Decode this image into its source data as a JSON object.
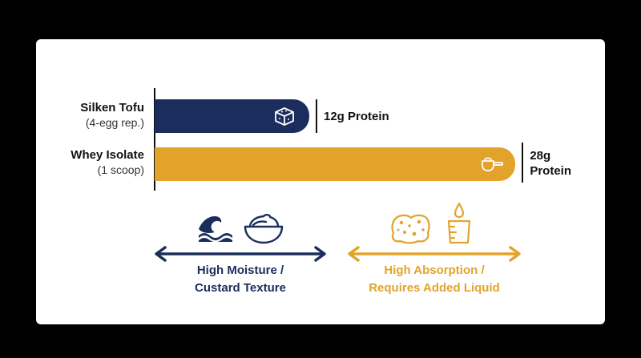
{
  "colors": {
    "navy": "#1b2d5c",
    "gold": "#e3a32b",
    "background": "#000000",
    "card": "#ffffff",
    "text": "#111111"
  },
  "chart_data": {
    "type": "bar",
    "orientation": "horizontal",
    "categories": [
      {
        "name": "Silken Tofu",
        "sub": "(4-egg rep.)"
      },
      {
        "name": "Whey Isolate",
        "sub": "(1 scoop)"
      }
    ],
    "values": [
      12,
      28
    ],
    "value_labels": [
      [
        "12g Protein"
      ],
      [
        "28g",
        "Protein"
      ]
    ],
    "unit": "g protein",
    "bar_colors": [
      "#1b2d5c",
      "#e3a32b"
    ],
    "bar_icons": [
      "tofu-cube-icon",
      "scoop-icon"
    ],
    "title": "",
    "xlabel": "",
    "ylabel": "",
    "xlim": [
      0,
      28.6
    ],
    "grid": false,
    "legend": "none"
  },
  "scale": {
    "left": {
      "icons": [
        "wave-icon",
        "custard-bowl-icon"
      ],
      "caption_line1": "High Moisture /",
      "caption_line2": "Custard Texture",
      "color": "#1b2d5c"
    },
    "right": {
      "icons": [
        "sponge-icon",
        "measuring-beaker-icon"
      ],
      "caption_line1": "High Absorption /",
      "caption_line2": "Requires Added Liquid",
      "color": "#e3a32b"
    }
  }
}
